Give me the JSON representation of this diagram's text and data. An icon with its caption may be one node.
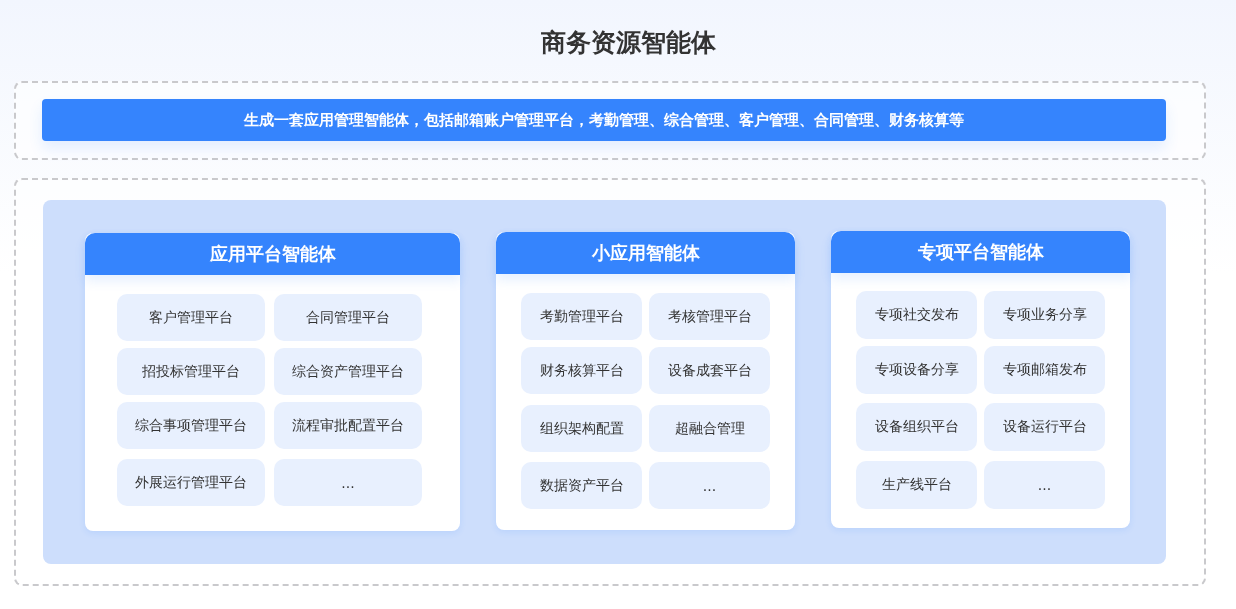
{
  "diagram": {
    "title": "商务资源智能体",
    "nodes": [
      {
        "text": [],
        "shape": "box"
      },
      {
        "text": [
          "生成一套应用管理智能体，包括邮箱账户管理平台，考勤管理、综合管理、客户管理、合同管理、财务核算等"
        ],
        "in": 0
      },
      {
        "text": [],
        "shape": "box"
      },
      {
        "text": [],
        "shape": "box",
        "in": 2
      },
      {
        "text": [
          "应用平台智能体"
        ],
        "in": 3
      },
      {
        "text": [
          "客户管理平台"
        ],
        "in": 4
      },
      {
        "text": [
          "合同管理平台"
        ],
        "in": 4
      },
      {
        "text": [
          "招投标管理平台"
        ],
        "in": 4
      },
      {
        "text": [
          "综合资产管理平台"
        ],
        "in": 4
      },
      {
        "text": [
          "综合事项管理平台"
        ],
        "in": 4
      },
      {
        "text": [
          "流程审批配置平台"
        ],
        "in": 4
      },
      {
        "text": [
          "外展运行管理平台"
        ],
        "in": 4
      },
      {
        "text": [
          "..."
        ],
        "in": 4
      },
      {
        "text": [
          "小应用智能体"
        ],
        "in": 3
      },
      {
        "text": [
          "考勤管理平台"
        ],
        "in": 13
      },
      {
        "text": [
          "考核管理平台"
        ],
        "in": 13
      },
      {
        "text": [
          "财务核算平台"
        ],
        "in": 13
      },
      {
        "text": [
          "设备成套平台"
        ],
        "in": 13
      },
      {
        "text": [
          "组织架构配置"
        ],
        "in": 13
      },
      {
        "text": [
          "超融合管理"
        ],
        "in": 13
      },
      {
        "text": [
          "数据资产平台"
        ],
        "in": 13
      },
      {
        "text": [
          "..."
        ],
        "in": 13
      },
      {
        "text": [
          "专项平台智能体"
        ],
        "in": 3
      },
      {
        "text": [
          "专项社交发布"
        ],
        "in": 22
      },
      {
        "text": [
          "专项业务分享"
        ],
        "in": 22
      },
      {
        "text": [
          "专项设备分享"
        ],
        "in": 22
      },
      {
        "text": [
          "专项邮箱发布"
        ],
        "in": 22
      },
      {
        "text": [
          "设备组织平台"
        ],
        "in": 22
      },
      {
        "text": [
          "设备运行平台"
        ],
        "in": 22
      },
      {
        "text": [
          "生产线平台"
        ],
        "in": 22
      },
      {
        "text": [
          "..."
        ],
        "in": 22
      }
    ]
  }
}
